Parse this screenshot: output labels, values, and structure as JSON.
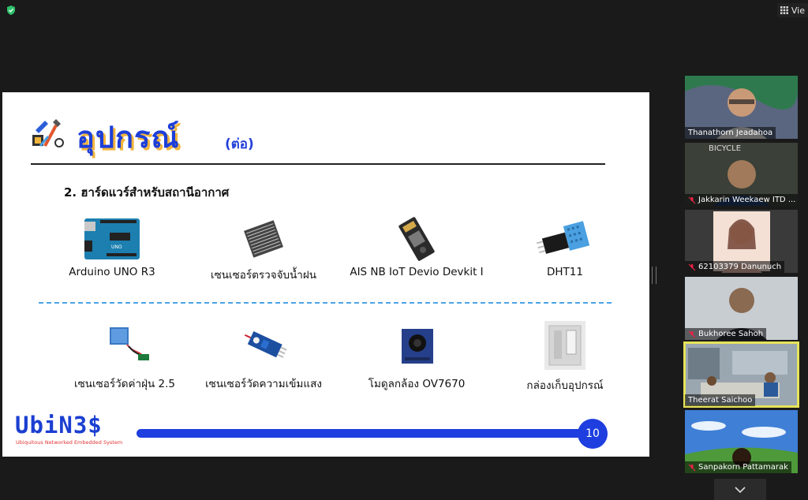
{
  "toolbar": {
    "view_label": "Vie"
  },
  "slide": {
    "title": "อุปกรณ์",
    "subtitle": "(ต่อ)",
    "section_heading": "2. ฮาร์ดแวร์สำหรับสถานีอากาศ",
    "items_row1": [
      {
        "label": "Arduino UNO R3",
        "icon": "arduino-board-icon"
      },
      {
        "label": "เซนเซอร์ตรวจจับน้ำฝน",
        "icon": "rain-sensor-icon"
      },
      {
        "label": "AIS NB IoT Devio Devkit I",
        "icon": "nb-iot-board-icon"
      },
      {
        "label": "DHT11",
        "icon": "dht11-sensor-icon"
      }
    ],
    "items_row2": [
      {
        "label": "เซนเซอร์วัดค่าฝุ่น 2.5",
        "icon": "dust-sensor-icon"
      },
      {
        "label": "เซนเซอร์วัดความเข้มแสง",
        "icon": "light-sensor-icon"
      },
      {
        "label": "โมดูลกล้อง OV7670",
        "icon": "camera-module-icon"
      },
      {
        "label": "กล่องเก็บอุปกรณ์",
        "icon": "enclosure-box-icon"
      }
    ],
    "logo": {
      "name": "UbiN3$",
      "tagline": "Ubiquitous Networked Embedded System"
    },
    "page_number": "10"
  },
  "participants": [
    {
      "name": "Thanathorn Jeadahoa",
      "muted": false,
      "active": false
    },
    {
      "name": "Jakkarin Weekaew ITD ...",
      "muted": true,
      "active": false
    },
    {
      "name": "62103379 Danunuch",
      "muted": true,
      "active": false
    },
    {
      "name": "Bukhoree Sahoh",
      "muted": true,
      "active": false
    },
    {
      "name": "Theerat Saichoo",
      "muted": false,
      "active": true
    },
    {
      "name": "Sanpakorn Pattamarak",
      "muted": true,
      "active": false
    }
  ],
  "colors": {
    "brand_blue": "#1e3ee0",
    "active_outline": "#e6e35a",
    "dashed_line": "#4aa3e6"
  }
}
